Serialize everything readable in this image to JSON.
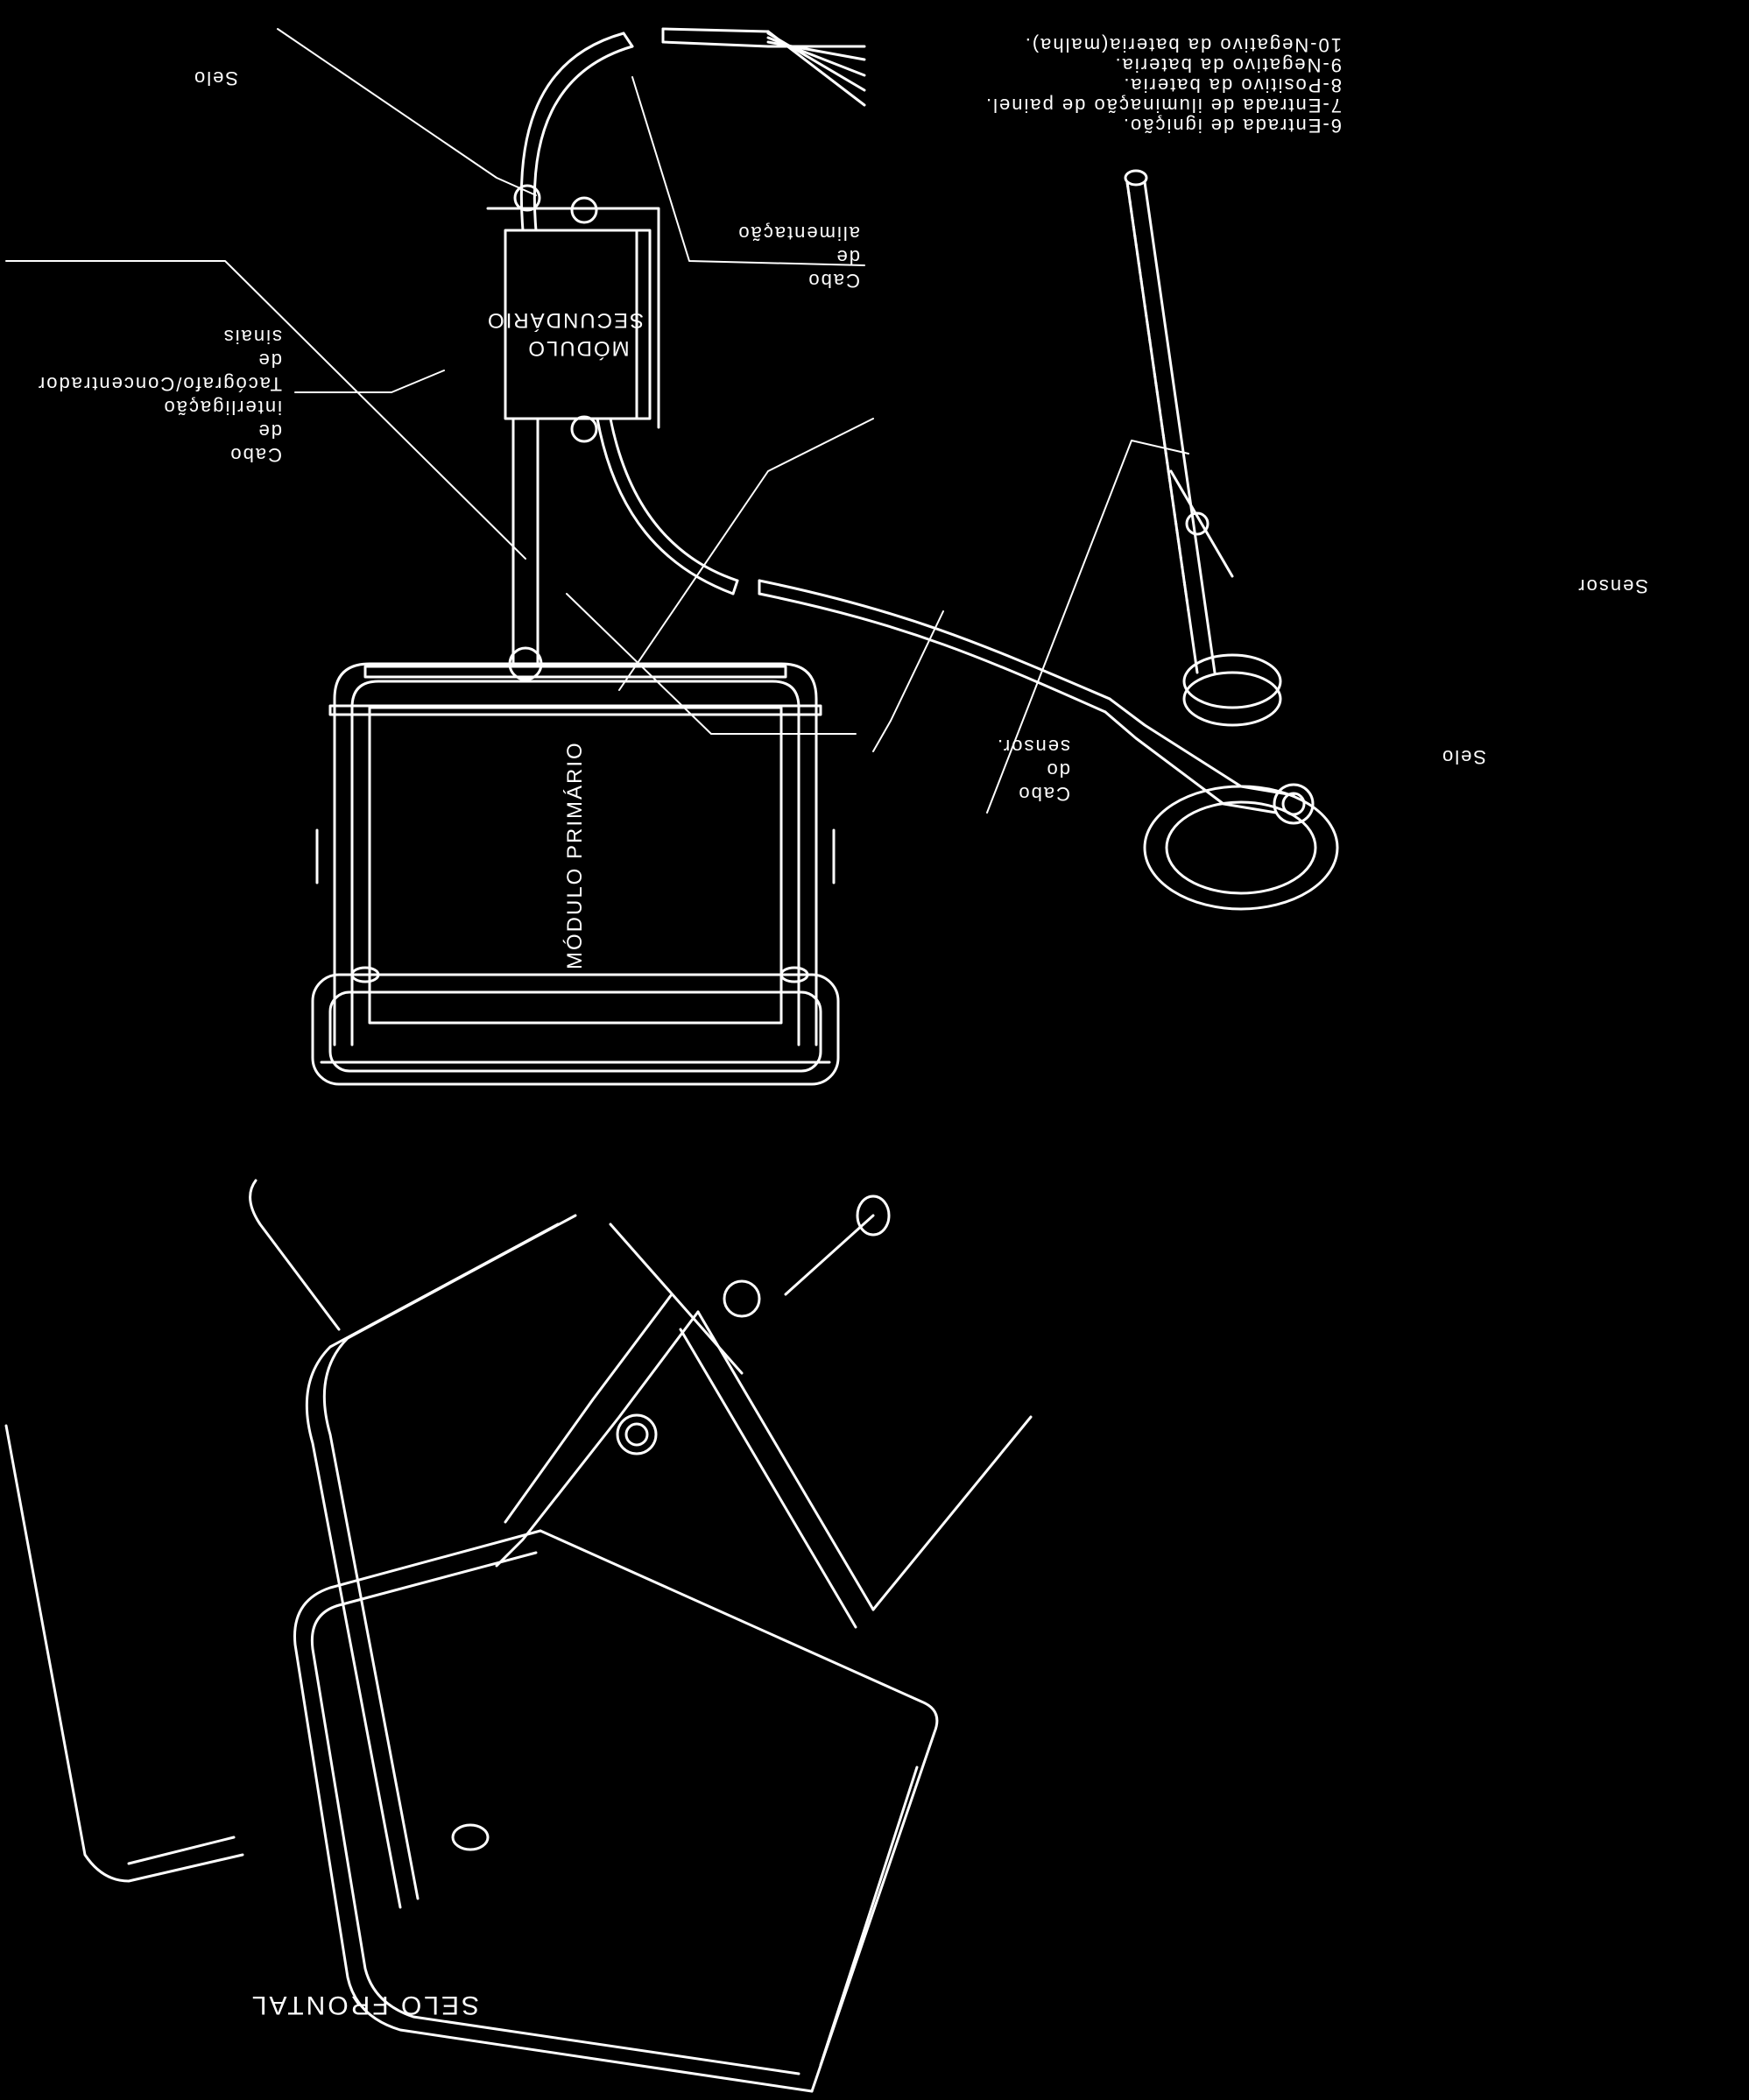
{
  "labels": {
    "selo_top": "Selo",
    "cabo_interligacao": [
      "Cabo",
      "de",
      "interligação",
      "Tacógrafo/Concentrador",
      "de",
      "sinais"
    ],
    "cabo_alimentacao": [
      "Cabo",
      "de",
      "alimentação"
    ],
    "wires": [
      "10-Negativo da bateria(malha).",
      "9-Negativo da bateria.",
      "8-Positivo da bateria.",
      "7-Entrada de iluminação de painel.",
      "6-Entrada de ignição."
    ],
    "sensor": "Sensor",
    "selo_sensor": "Selo",
    "cabo_sensor": [
      "Cabo",
      "do",
      "sensor."
    ],
    "modulo_secundario": [
      "MÓDULO",
      "SECUNDÁRIO"
    ],
    "modulo_primario": "MÓDULO PRIMÁRIO",
    "selo_frontal": "SELO FRONTAL"
  },
  "colors": {
    "background": "#000000",
    "ink": "#ffffff"
  }
}
